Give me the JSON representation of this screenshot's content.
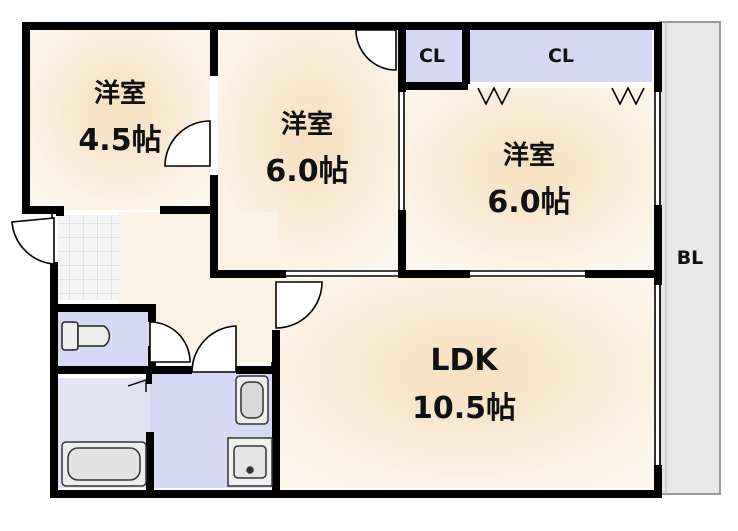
{
  "rooms": {
    "western1": {
      "name": "洋室",
      "size": "4.5帖"
    },
    "western2": {
      "name": "洋室",
      "size": "6.0帖"
    },
    "western3": {
      "name": "洋室",
      "size": "6.0帖"
    },
    "ldk": {
      "name": "LDK",
      "size": "10.5帖"
    }
  },
  "closet1": "CL",
  "closet2": "CL",
  "balcony": "BL",
  "colors": {
    "wall": "#000000",
    "room_fill": "#faecd8",
    "wet_fill": "#d6d8f4",
    "balcony_fill": "#e8e8e8",
    "floor_tile": "#f2f2f2"
  }
}
